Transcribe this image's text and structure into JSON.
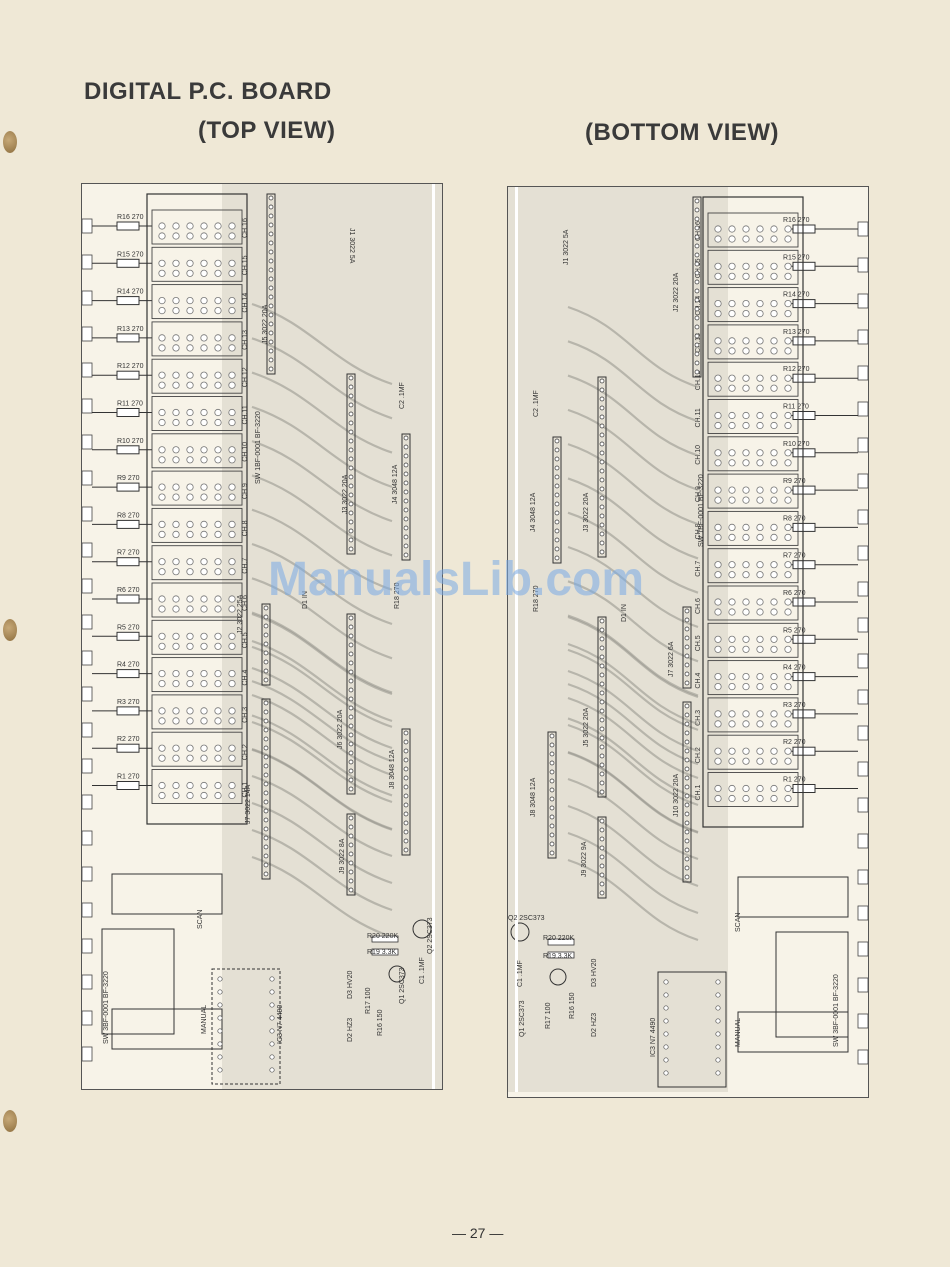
{
  "header": {
    "title": "DIGITAL P.C. BOARD",
    "top_view": "(TOP VIEW)",
    "bottom_view": "(BOTTOM VIEW)"
  },
  "watermark": "ManualsLib.com",
  "footer": {
    "page": "— 27 —"
  },
  "resistors": [
    "R16 270",
    "R15 270",
    "R14 270",
    "R13 270",
    "R12 270",
    "R11 270",
    "R10 270",
    "R9 270",
    "R8 270",
    "R7 270",
    "R6 270",
    "R5 270",
    "R4 270",
    "R3 270",
    "R2 270",
    "R1 270"
  ],
  "channels": [
    "CH.16",
    "CH.15",
    "CH.14",
    "CH.13",
    "CH.12",
    "CH.11",
    "CH.10",
    "CH.9",
    "CH.8",
    "CH.7",
    "CH.6",
    "CH.5",
    "CH.4",
    "CH.3",
    "CH.2",
    "CH.1"
  ],
  "top_labels": {
    "j1": "J1 3022 5A",
    "j2": "J2 3022 25A",
    "j3": "J3 3022 20A",
    "j4": "J4 3048 12A",
    "j5": "J5 3022 20A",
    "j6": "J6 3022 20A",
    "j7": "J7 3022 14A",
    "j8": "J8 3048 12A",
    "j9": "J9 3022 8A",
    "c2": "C2 .1MF",
    "r18": "R18 270",
    "d1": "D1 IN",
    "sw1": "SW 1BF-0001 BF-3220",
    "sw2": "SW 3BF-0001 BF-3220",
    "scan": "SCAN",
    "manual": "MANUAL",
    "ic3": "IC3 N7 4490",
    "r20": "R20 220K",
    "r19": "R19 3.3K",
    "q2": "Q2 2SC373",
    "d3": "D3 HV20",
    "c1": "C1 .1MF",
    "r17": "R17 100",
    "r16b": "R16 150",
    "q1": "Q1 2SC373",
    "d2": "D2 HZ3"
  },
  "bottom_labels": {
    "j1": "J1 3022 5A",
    "j2": "J2 3022 20A",
    "j3": "J3 3022 20A",
    "j4": "J4 3048 12A",
    "j5": "J5 3022 20A",
    "j7": "J7 3022 6A",
    "j8": "J8 3048 12A",
    "j9": "J9 3022 9A",
    "j10": "J10 3022 20A",
    "c2": "C2 .1MF",
    "r18": "R18 270",
    "d1": "D1 IN",
    "sw1": "SW 1BF-0001 BF-3220",
    "sw2": "SW 3BF-0001 BF-3220",
    "scan": "SCAN",
    "manual": "MANUAL",
    "ic3": "IC3 N7 4490",
    "q2": "Q2 2SC373",
    "r20": "R20 220K",
    "r19": "R19 3.3K",
    "c1": "C1 .1MF",
    "q1": "Q1 2SC373",
    "r17": "R17 100",
    "r16b": "R16 150",
    "d3": "D3 HV20",
    "d2": "D2 HZ3"
  },
  "colors": {
    "paper": "#efe8d6",
    "board": "#f7f3e8",
    "shade": "#d6d0c2",
    "trace": "#9a978f",
    "ink": "#2b2b2b"
  }
}
